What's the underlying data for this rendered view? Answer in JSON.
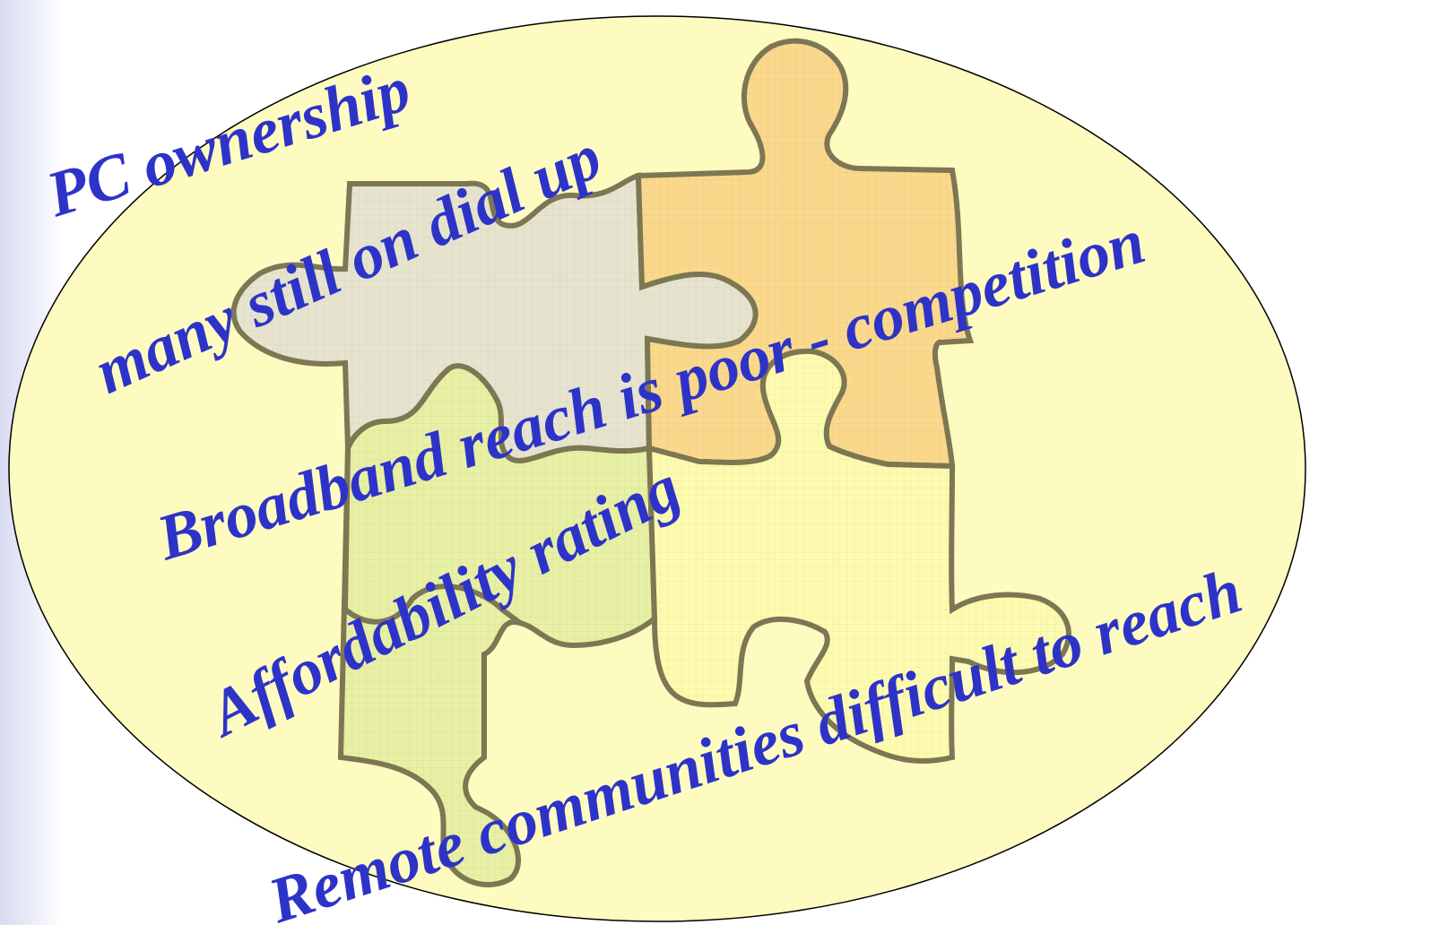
{
  "captions": {
    "pc_ownership": "PC ownership",
    "dial_up": "many still on dial up",
    "broadband": "Broadband reach is poor - competition",
    "affordability": "Affordability rating",
    "remote": "Remote communities difficult to reach"
  },
  "colors": {
    "ellipse_fill": "#fdfbc0",
    "piece_grey": "#e6e4ce",
    "piece_orange": "#fbd98c",
    "piece_green": "#e7f0a4",
    "piece_yellow": "#fdfbaf",
    "piece_outline": "#7d7754",
    "text": "#2e33c8"
  }
}
